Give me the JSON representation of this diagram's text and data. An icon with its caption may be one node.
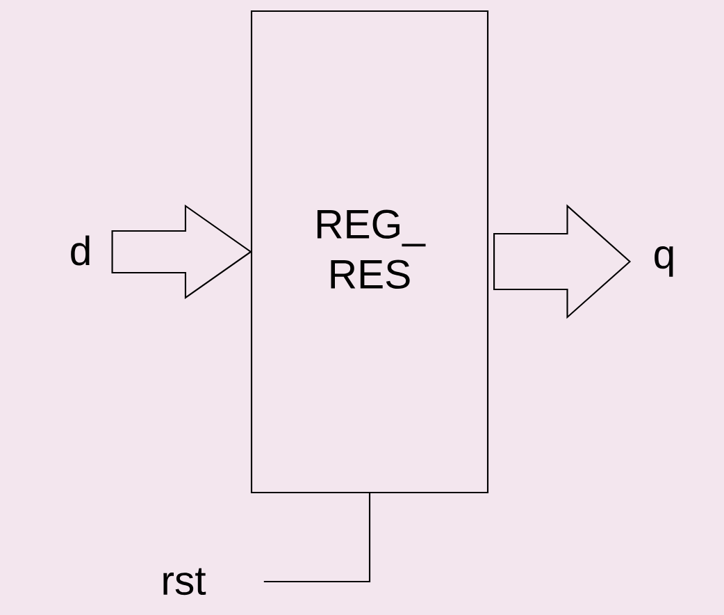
{
  "diagram": {
    "nodes": [
      {
        "text": [
          "d"
        ]
      },
      {
        "text": [
          "REG_ RES"
        ]
      },
      {
        "text": [
          "q"
        ]
      },
      {
        "text": [
          "rst"
        ]
      }
    ],
    "edges": [
      {
        "from": 0,
        "to": 1,
        "arrow": "to"
      },
      {
        "from": 1,
        "to": 2,
        "arrow": "to"
      },
      {
        "from": 3,
        "to": 1,
        "arrow": "none"
      }
    ]
  }
}
